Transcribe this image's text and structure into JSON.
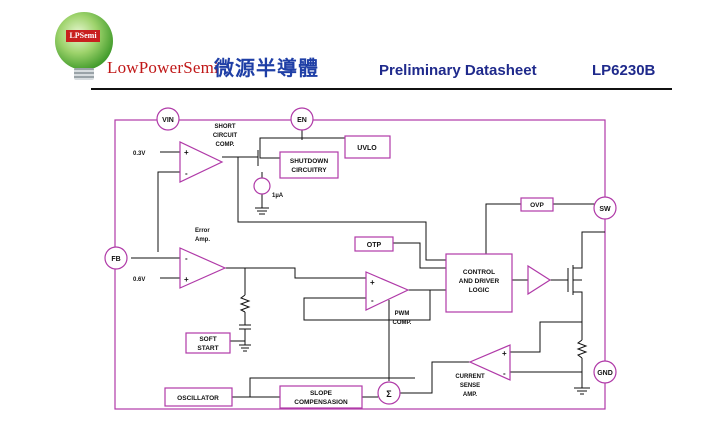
{
  "header": {
    "logo_tag": "LPSemi",
    "brand_en": "LowPowerSemi",
    "brand_zh": "微源半導體",
    "title": "Preliminary Datasheet",
    "part_number": "LP6230B"
  },
  "pins": {
    "vin": "VIN",
    "en": "EN",
    "fb": "FB",
    "sw": "SW",
    "gnd": "GND"
  },
  "blocks": {
    "uvlo": "UVLO",
    "shutdown_1": "SHUTDOWN",
    "shutdown_2": "CIRCUITRY",
    "ovp": "OVP",
    "otp": "OTP",
    "control_1": "CONTROL",
    "control_2": "AND DRIVER",
    "control_3": "LOGIC",
    "soft_start_1": "SOFT",
    "soft_start_2": "START",
    "oscillator": "OSCILLATOR",
    "slope_1": "SLOPE",
    "slope_2": "COMPENSASION",
    "summer": "Σ"
  },
  "labels": {
    "short_1": "SHORT",
    "short_2": "CIRCUIT",
    "short_3": "COMP.",
    "v03": "0.3V",
    "ua": "1µA",
    "error_1": "Error",
    "error_2": "Amp.",
    "v06": "0.6V",
    "pwm_1": "PWM",
    "pwm_2": "COMP.",
    "current_1": "CURRENT",
    "current_2": "SENSE",
    "current_3": "AMP.",
    "plus": "+",
    "minus": "-"
  },
  "colors": {
    "outline": "#b03aa8",
    "wire": "#111111",
    "brand_red": "#c01818",
    "brand_blue": "#1f3fa6",
    "title_navy": "#1f2a8c"
  }
}
